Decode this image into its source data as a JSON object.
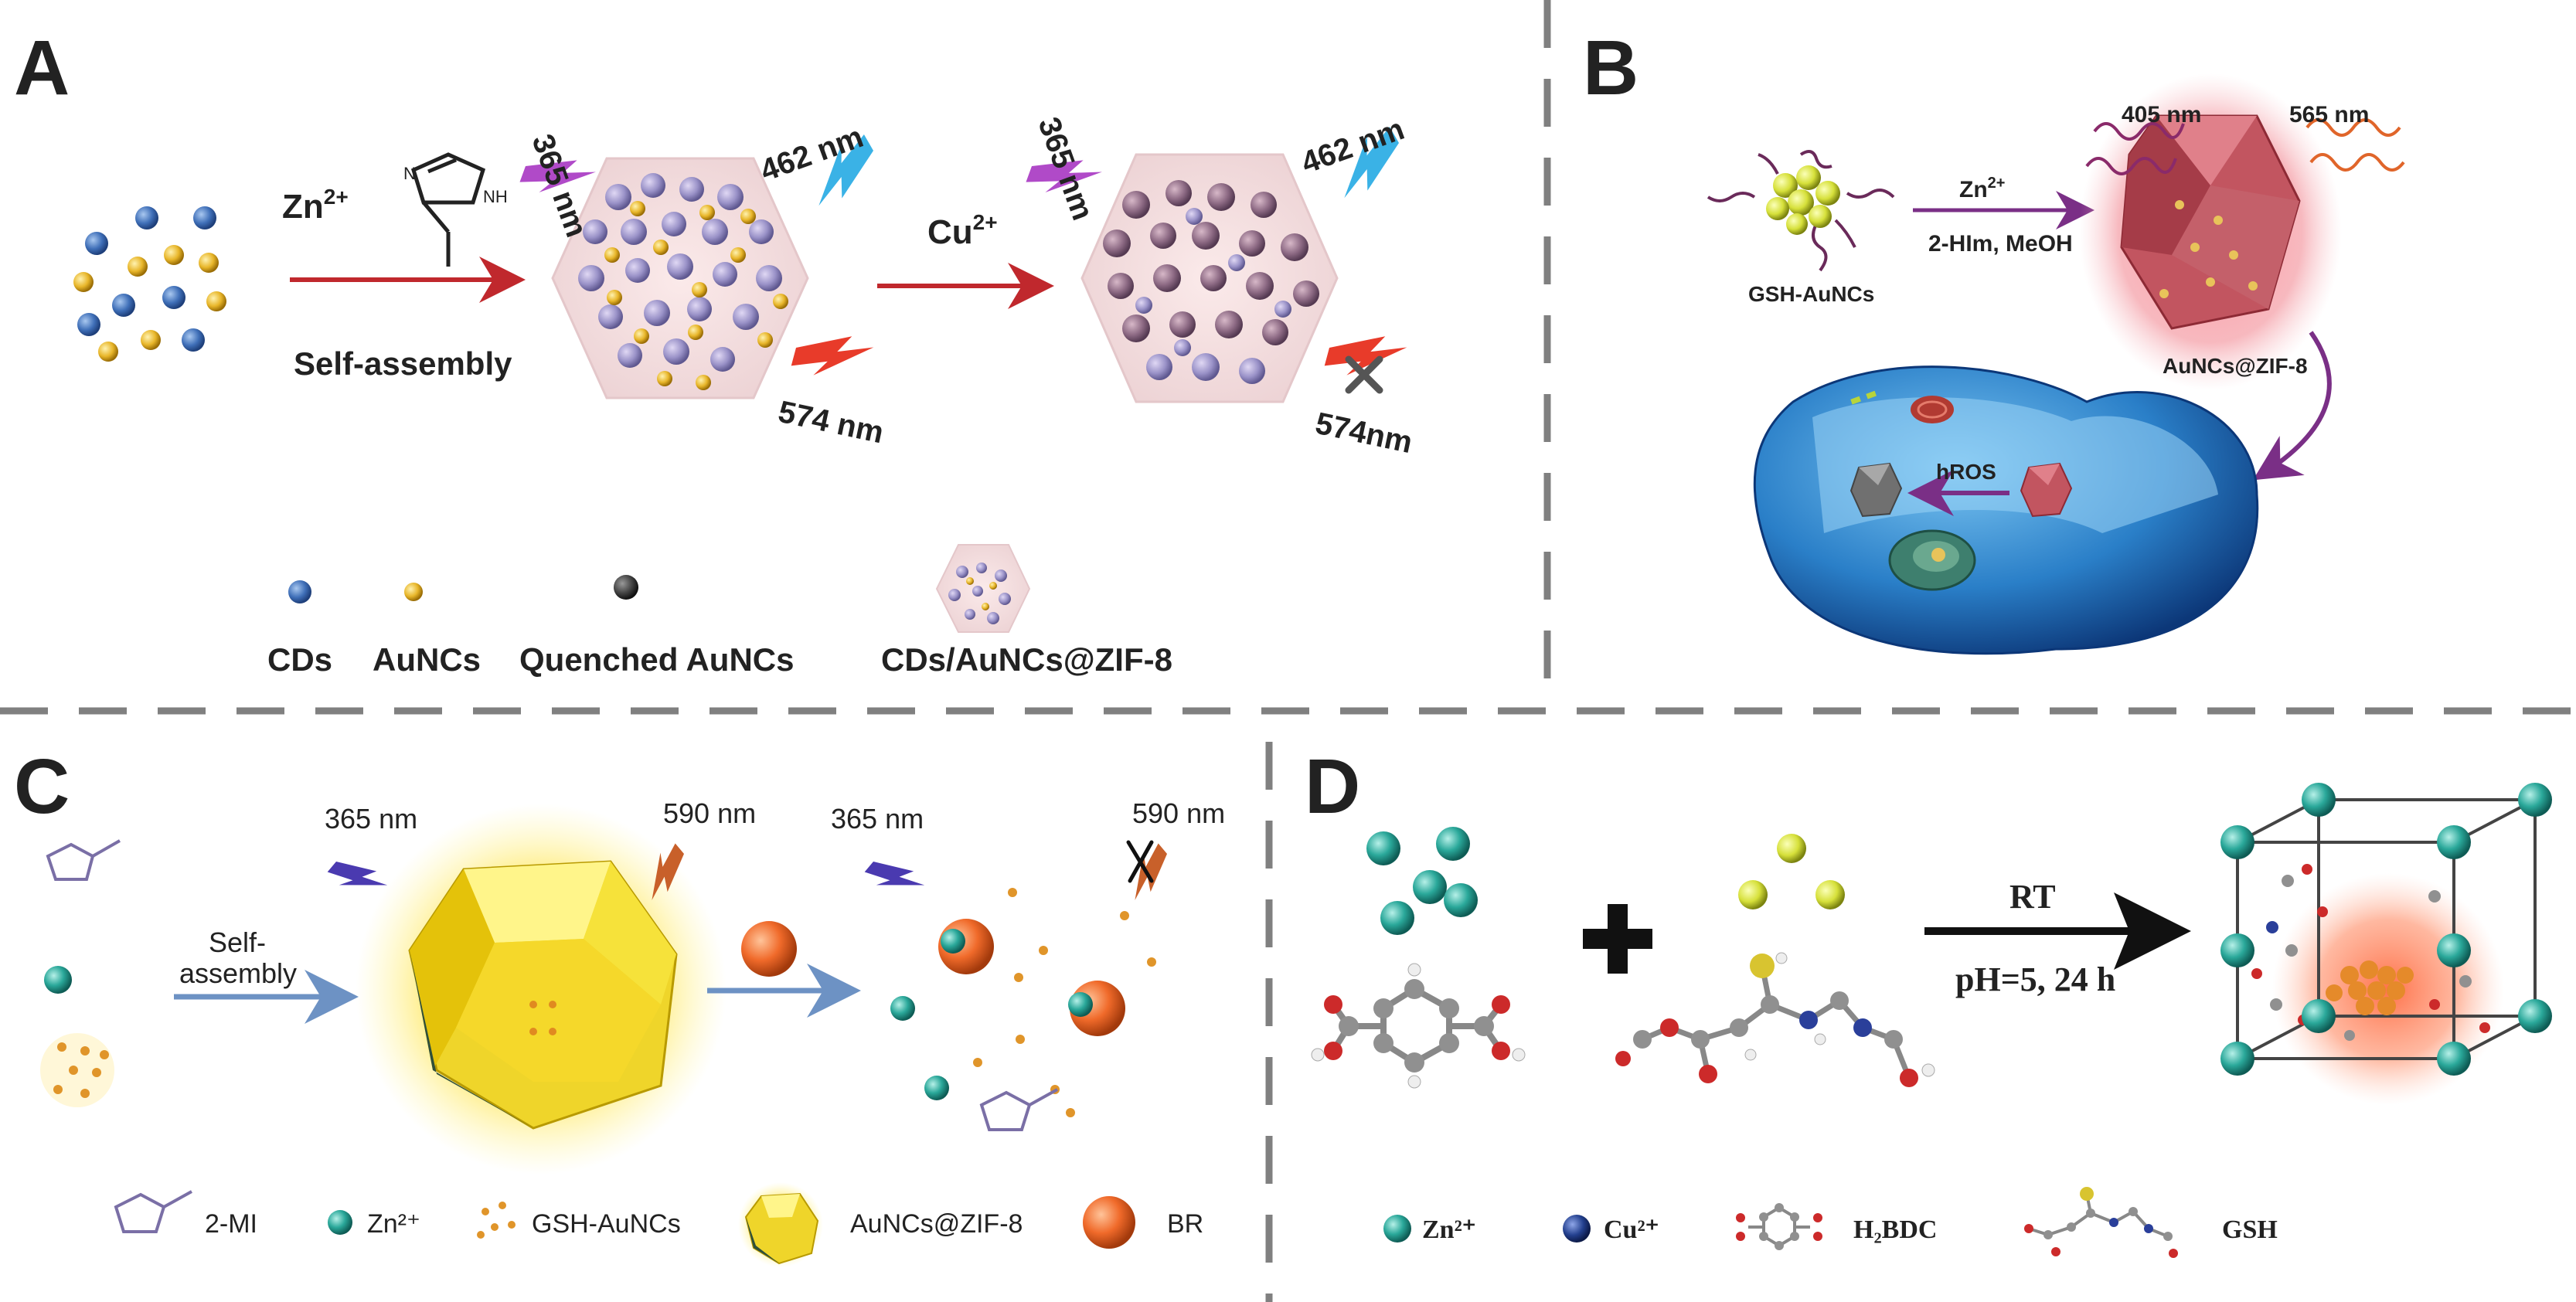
{
  "panels": {
    "A": {
      "letter": "A",
      "reagent_zn": "Zn",
      "reagent_zn_sup": "2+",
      "self_assembly": "Self-assembly",
      "imidazole_nh": "NH",
      "imidazole_n": "N",
      "reagent_cu": "Cu",
      "reagent_cu_sup": "2+",
      "excitation_1": "365 nm",
      "emission_blue_1": "462 nm",
      "emission_red_1": "574 nm",
      "excitation_2": "365 nm",
      "emission_blue_2": "462 nm",
      "emission_red_2": "574nm",
      "legend": [
        "CDs",
        "AuNCs",
        "Quenched AuNCs",
        "CDs/AuNCs@ZIF-8"
      ]
    },
    "B": {
      "letter": "B",
      "precursor": "GSH-AuNCs",
      "reagent": "Zn",
      "reagent_sup": "2+",
      "conditions": "2-HIm, MeOH",
      "excitation": "405 nm",
      "emission": "565 nm",
      "product": "AuNCs@ZIF-8",
      "ros": "hROS"
    },
    "C": {
      "letter": "C",
      "excitation_1": "365 nm",
      "emission_1": "590 nm",
      "excitation_2": "365 nm",
      "emission_2": "590 nm",
      "self_assembly_line1": "Self-",
      "self_assembly_line2": "assembly",
      "legend": [
        "2-MI",
        "Zn²⁺",
        "GSH-AuNCs",
        "AuNCs@ZIF-8",
        "BR"
      ]
    },
    "D": {
      "letter": "D",
      "condition_top": "RT",
      "condition_bottom": "pH=5, 24 h",
      "legend": [
        "Zn²⁺",
        "Cu²⁺",
        "H₂BDC",
        "GSH"
      ]
    }
  },
  "colors": {
    "cd_blue": "#3f6fb8",
    "aunc_yellow": "#e8b62a",
    "quenched": "#444444",
    "arrow_red": "#c0282d",
    "arrow_purple": "#7a2f86",
    "arrow_blue": "#6d92c4",
    "bolt_purple": "#b04ac8",
    "bolt_cyan": "#3ab2e6",
    "bolt_red": "#e83b2a",
    "zn_teal": "#2aa89a",
    "br_orange": "#f06a2a",
    "divider": "#808080"
  }
}
